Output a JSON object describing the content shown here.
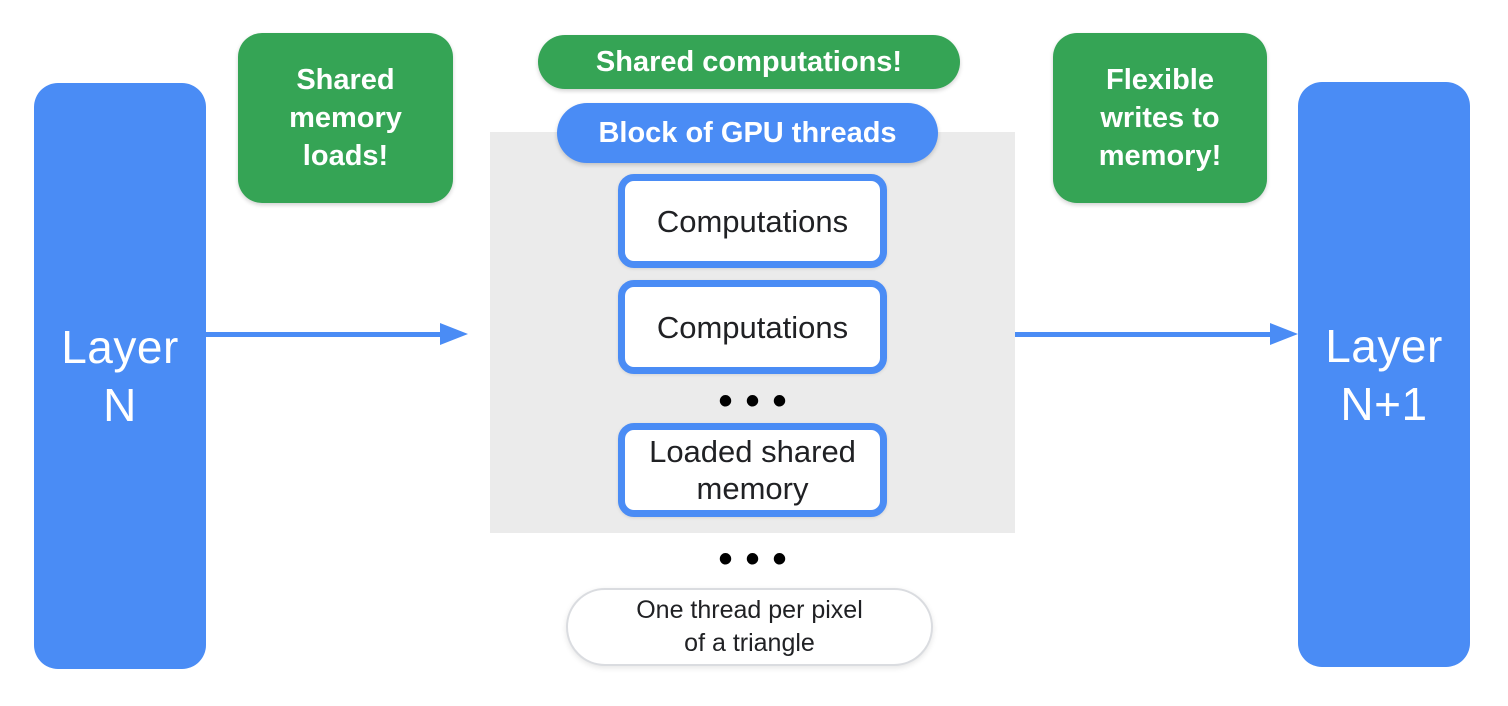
{
  "layers": {
    "left": {
      "line1": "Layer",
      "line2": "N"
    },
    "right": {
      "line1": "Layer",
      "line2": "N+1"
    }
  },
  "callouts": {
    "left": {
      "line1": "Shared",
      "line2": "memory",
      "line3": "loads!"
    },
    "right": {
      "line1": "Flexible",
      "line2": "writes to",
      "line3": "memory!"
    }
  },
  "pills": {
    "shared_computations": "Shared computations!",
    "block_of_gpu_threads": "Block of GPU threads"
  },
  "thread_block": {
    "box1": "Computations",
    "box2": "Computations",
    "ellipsis_inner": "•••",
    "box3_line1": "Loaded shared",
    "box3_line2": "memory"
  },
  "ellipsis_outer": "•••",
  "note": {
    "line1": "One thread per pixel",
    "line2": "of a triangle"
  },
  "colors": {
    "blue": "#4a8cf5",
    "green": "#35a455",
    "gray": "#ebebeb",
    "dark": "#202124",
    "border": "#dadce0"
  }
}
